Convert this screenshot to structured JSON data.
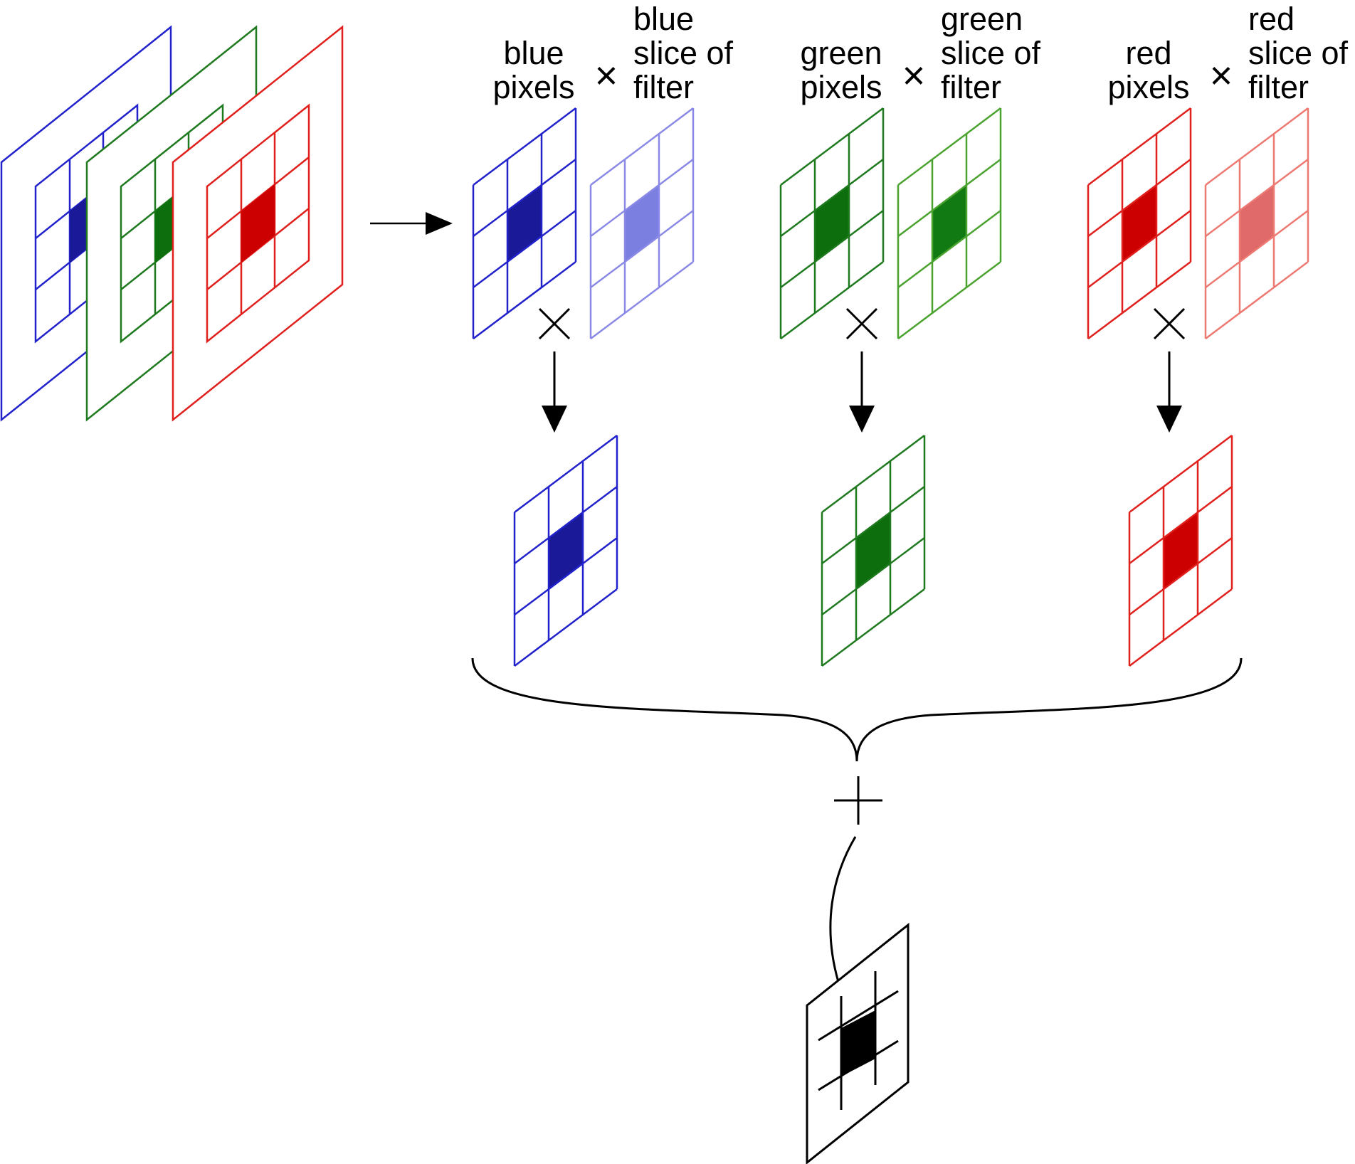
{
  "colors": {
    "blue": "#2222cc",
    "blue_fill": "#1a1a99",
    "blue_light": "#8a8ae6",
    "blue_light_fill": "#7b7fe0",
    "green": "#1f7a1f",
    "green_fill": "#0d6e0d",
    "green_light": "#4aa32f",
    "green_light_fill": "#127a12",
    "red": "#e0201c",
    "red_fill": "#cc0000",
    "red_light": "#ec7a72",
    "red_light_fill": "#e06a6a",
    "black": "#000000"
  },
  "labels": {
    "blue_pixels": [
      "blue",
      "pixels"
    ],
    "blue_slice": [
      "blue",
      "slice of",
      "filter"
    ],
    "green_pixels": [
      "green",
      "pixels"
    ],
    "green_slice": [
      "green",
      "slice of",
      "filter"
    ],
    "red_pixels": [
      "red",
      "pixels"
    ],
    "red_slice": [
      "red",
      "slice of",
      "filter"
    ]
  },
  "symbols": {
    "times": "×",
    "plus": "+"
  }
}
